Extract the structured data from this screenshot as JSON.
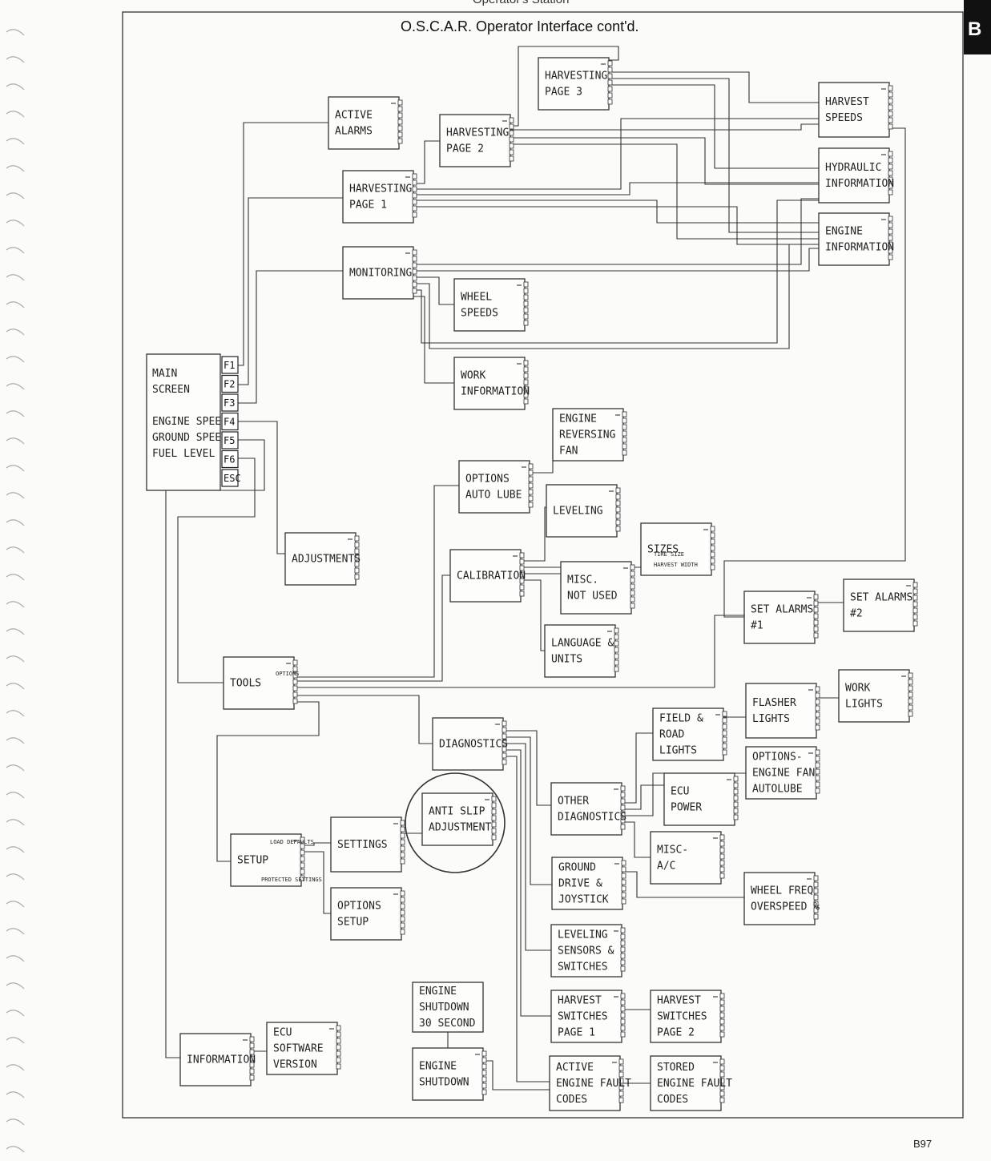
{
  "header": {
    "clipped_heading": "Operator's Station",
    "title": "O.S.C.A.R. Operator Interface cont'd."
  },
  "section_tab": "B",
  "page_number": "B97",
  "main_screen": {
    "lines": [
      "MAIN",
      "SCREEN",
      "",
      "ENGINE SPEED",
      "GROUND SPEED",
      "FUEL LEVEL"
    ],
    "keys": [
      "F1",
      "F2",
      "F3",
      "F4",
      "F5",
      "F6",
      "ESC"
    ]
  },
  "nodes": {
    "active_alarms": [
      "ACTIVE",
      "ALARMS"
    ],
    "harvesting_page_1": [
      "HARVESTING",
      "PAGE 1"
    ],
    "harvesting_page_2": [
      "HARVESTING",
      "PAGE 2"
    ],
    "harvesting_page_3": [
      "HARVESTING",
      "PAGE 3"
    ],
    "harvest_speeds": [
      "HARVEST",
      "SPEEDS"
    ],
    "hydraulic_information": [
      "HYDRAULIC",
      "INFORMATION"
    ],
    "engine_information": [
      "ENGINE",
      "INFORMATION"
    ],
    "monitoring": [
      "MONITORING"
    ],
    "wheel_speeds": [
      "WHEEL",
      "SPEEDS"
    ],
    "work_information": [
      "WORK",
      "INFORMATION"
    ],
    "engine_reversing_fan": [
      "ENGINE",
      "REVERSING",
      "FAN"
    ],
    "options_auto_lube": [
      "OPTIONS",
      "AUTO LUBE"
    ],
    "leveling": [
      "LEVELING"
    ],
    "adjustments": [
      "ADJUSTMENTS"
    ],
    "sizes": [
      "SIZES"
    ],
    "calibration": [
      "CALIBRATION"
    ],
    "misc_not_used": [
      "MISC.",
      "NOT USED"
    ],
    "language_units": [
      "LANGUAGE &",
      "UNITS"
    ],
    "set_alarms_1": [
      "SET ALARMS",
      "#1"
    ],
    "set_alarms_2": [
      "SET ALARMS",
      "#2"
    ],
    "tools": [
      "TOOLS"
    ],
    "work_lights": [
      "WORK",
      "LIGHTS"
    ],
    "flasher_lights": [
      "FLASHER",
      "LIGHTS"
    ],
    "field_road_lights": [
      "FIELD &",
      "ROAD",
      "LIGHTS"
    ],
    "diagnostics": [
      "DIAGNOSTICS"
    ],
    "options_engine_fan_autolube": [
      "OPTIONS-",
      "ENGINE FAN",
      "AUTOLUBE"
    ],
    "ecu_power": [
      "ECU",
      "POWER"
    ],
    "other_diagnostics": [
      "OTHER",
      "DIAGNOSTICS"
    ],
    "anti_slip_adjustment": [
      "ANTI SLIP",
      "ADJUSTMENT"
    ],
    "settings": [
      "SETTINGS"
    ],
    "setup": [
      "SETUP"
    ],
    "misc_ac": [
      "MISC-",
      "A/C"
    ],
    "ground_drive_joystick": [
      "GROUND",
      "DRIVE &",
      "JOYSTICK"
    ],
    "wheel_freq_overspeed": [
      "WHEEL FREQ",
      "OVERSPEED %"
    ],
    "options_setup": [
      "OPTIONS",
      "SETUP"
    ],
    "leveling_sensors_switches": [
      "LEVELING",
      "SENSORS &",
      "SWITCHES"
    ],
    "engine_shutdown_30_second": [
      "ENGINE",
      "SHUTDOWN",
      "30 SECOND"
    ],
    "harvest_switches_page_1": [
      "HARVEST",
      "SWITCHES",
      "PAGE 1"
    ],
    "harvest_switches_page_2": [
      "HARVEST",
      "SWITCHES",
      "PAGE 2"
    ],
    "ecu_software_version": [
      "ECU",
      "SOFTWARE",
      "VERSION"
    ],
    "information": [
      "INFORMATION"
    ],
    "engine_shutdown": [
      "ENGINE",
      "SHUTDOWN"
    ],
    "active_engine_fault_codes": [
      "ACTIVE",
      "ENGINE FAULT",
      "CODES"
    ],
    "stored_engine_fault_codes": [
      "STORED",
      "ENGINE FAULT",
      "CODES"
    ]
  },
  "small_labels": {
    "sizes_tire": "TIRE SIZE",
    "sizes_harvest": "HARVEST WIDTH",
    "tools_options": "OPTIONS",
    "setup_load": "LOAD DEFAULTS",
    "setup_protected": "PROTECTED SETTINGS"
  }
}
